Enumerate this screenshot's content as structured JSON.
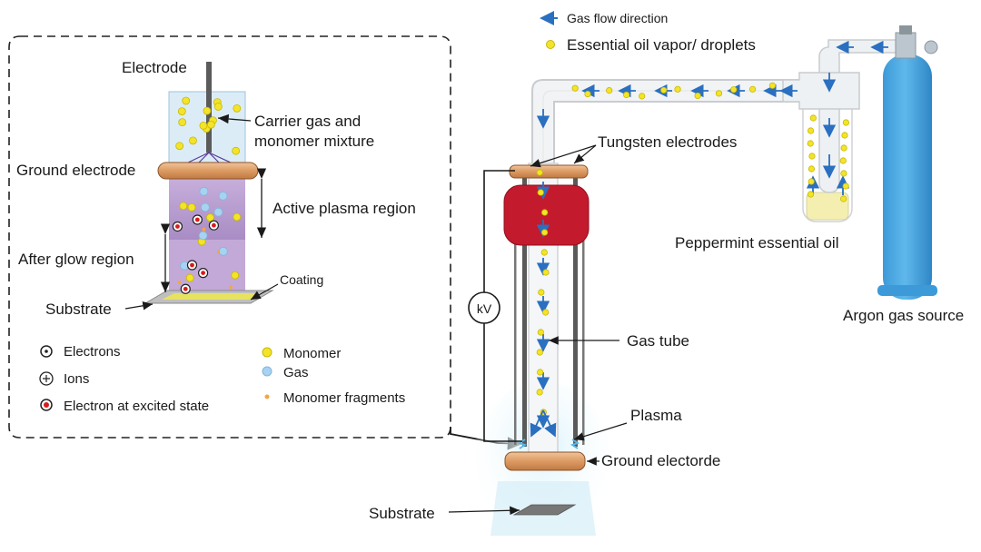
{
  "legend_top": {
    "gas_flow": "Gas flow direction",
    "oil_vapor": "Essential oil vapor/ droplets"
  },
  "inset": {
    "electrode": "Electrode",
    "carrier_gas_line1": "Carrier gas and",
    "carrier_gas_line2": "monomer mixture",
    "ground_electrode": "Ground electrode",
    "active_plasma": "Active plasma region",
    "after_glow": "After glow region",
    "coating": "Coating",
    "substrate": "Substrate",
    "legend": {
      "electrons": "Electrons",
      "ions": "Ions",
      "excited": "Electron at excited state",
      "monomer": "Monomer",
      "gas": "Gas",
      "fragments": "Monomer fragments"
    }
  },
  "apparatus": {
    "tungsten": "Tungsten electrodes",
    "peppermint": "Peppermint essential oil",
    "argon": "Argon gas source",
    "kv": "kV",
    "gas_tube": "Gas tube",
    "plasma": "Plasma",
    "ground_electorde": "Ground electorde",
    "substrate": "Substrate"
  },
  "colors": {
    "flow_arrow": "#2a6fc0",
    "droplet": "#f3e42a",
    "copper": "#e3a774",
    "cylinder": "#4aa8e0",
    "power_box": "#c41a2d",
    "plasma_glow": "#bfe6f6",
    "active_plasma": "#c2a0d6"
  }
}
